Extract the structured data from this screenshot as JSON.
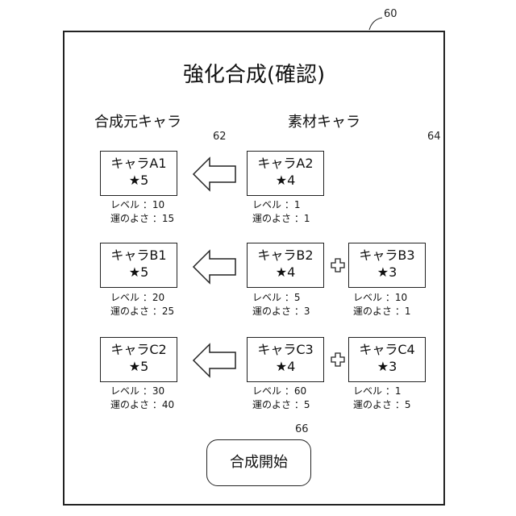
{
  "refs": {
    "frame": "60",
    "arrow": "62",
    "material": "64",
    "button": "66"
  },
  "title": "強化合成(確認)",
  "headers": {
    "base": "合成元キャラ",
    "material": "素材キャラ"
  },
  "rows": [
    {
      "base": {
        "name": "キャラA1",
        "stars": "★5",
        "level": "レベル ：10",
        "luck": "運のよさ ：15"
      },
      "mats": [
        {
          "name": "キャラA2",
          "stars": "★4",
          "level": "レベル ：1",
          "luck": "運のよさ ：1"
        }
      ]
    },
    {
      "base": {
        "name": "キャラB1",
        "stars": "★5",
        "level": "レベル ：20",
        "luck": "運のよさ ：25"
      },
      "mats": [
        {
          "name": "キャラB2",
          "stars": "★4",
          "level": "レベル ：5",
          "luck": "運のよさ ：3"
        },
        {
          "name": "キャラB3",
          "stars": "★3",
          "level": "レベル ：10",
          "luck": "運のよさ ：1"
        }
      ]
    },
    {
      "base": {
        "name": "キャラC2",
        "stars": "★5",
        "level": "レベル ：30",
        "luck": "運のよさ ：40"
      },
      "mats": [
        {
          "name": "キャラC3",
          "stars": "★4",
          "level": "レベル ：60",
          "luck": "運のよさ ：5"
        },
        {
          "name": "キャラC4",
          "stars": "★3",
          "level": "レベル ：1",
          "luck": "運のよさ ：5"
        }
      ]
    }
  ],
  "start_button": "合成開始"
}
